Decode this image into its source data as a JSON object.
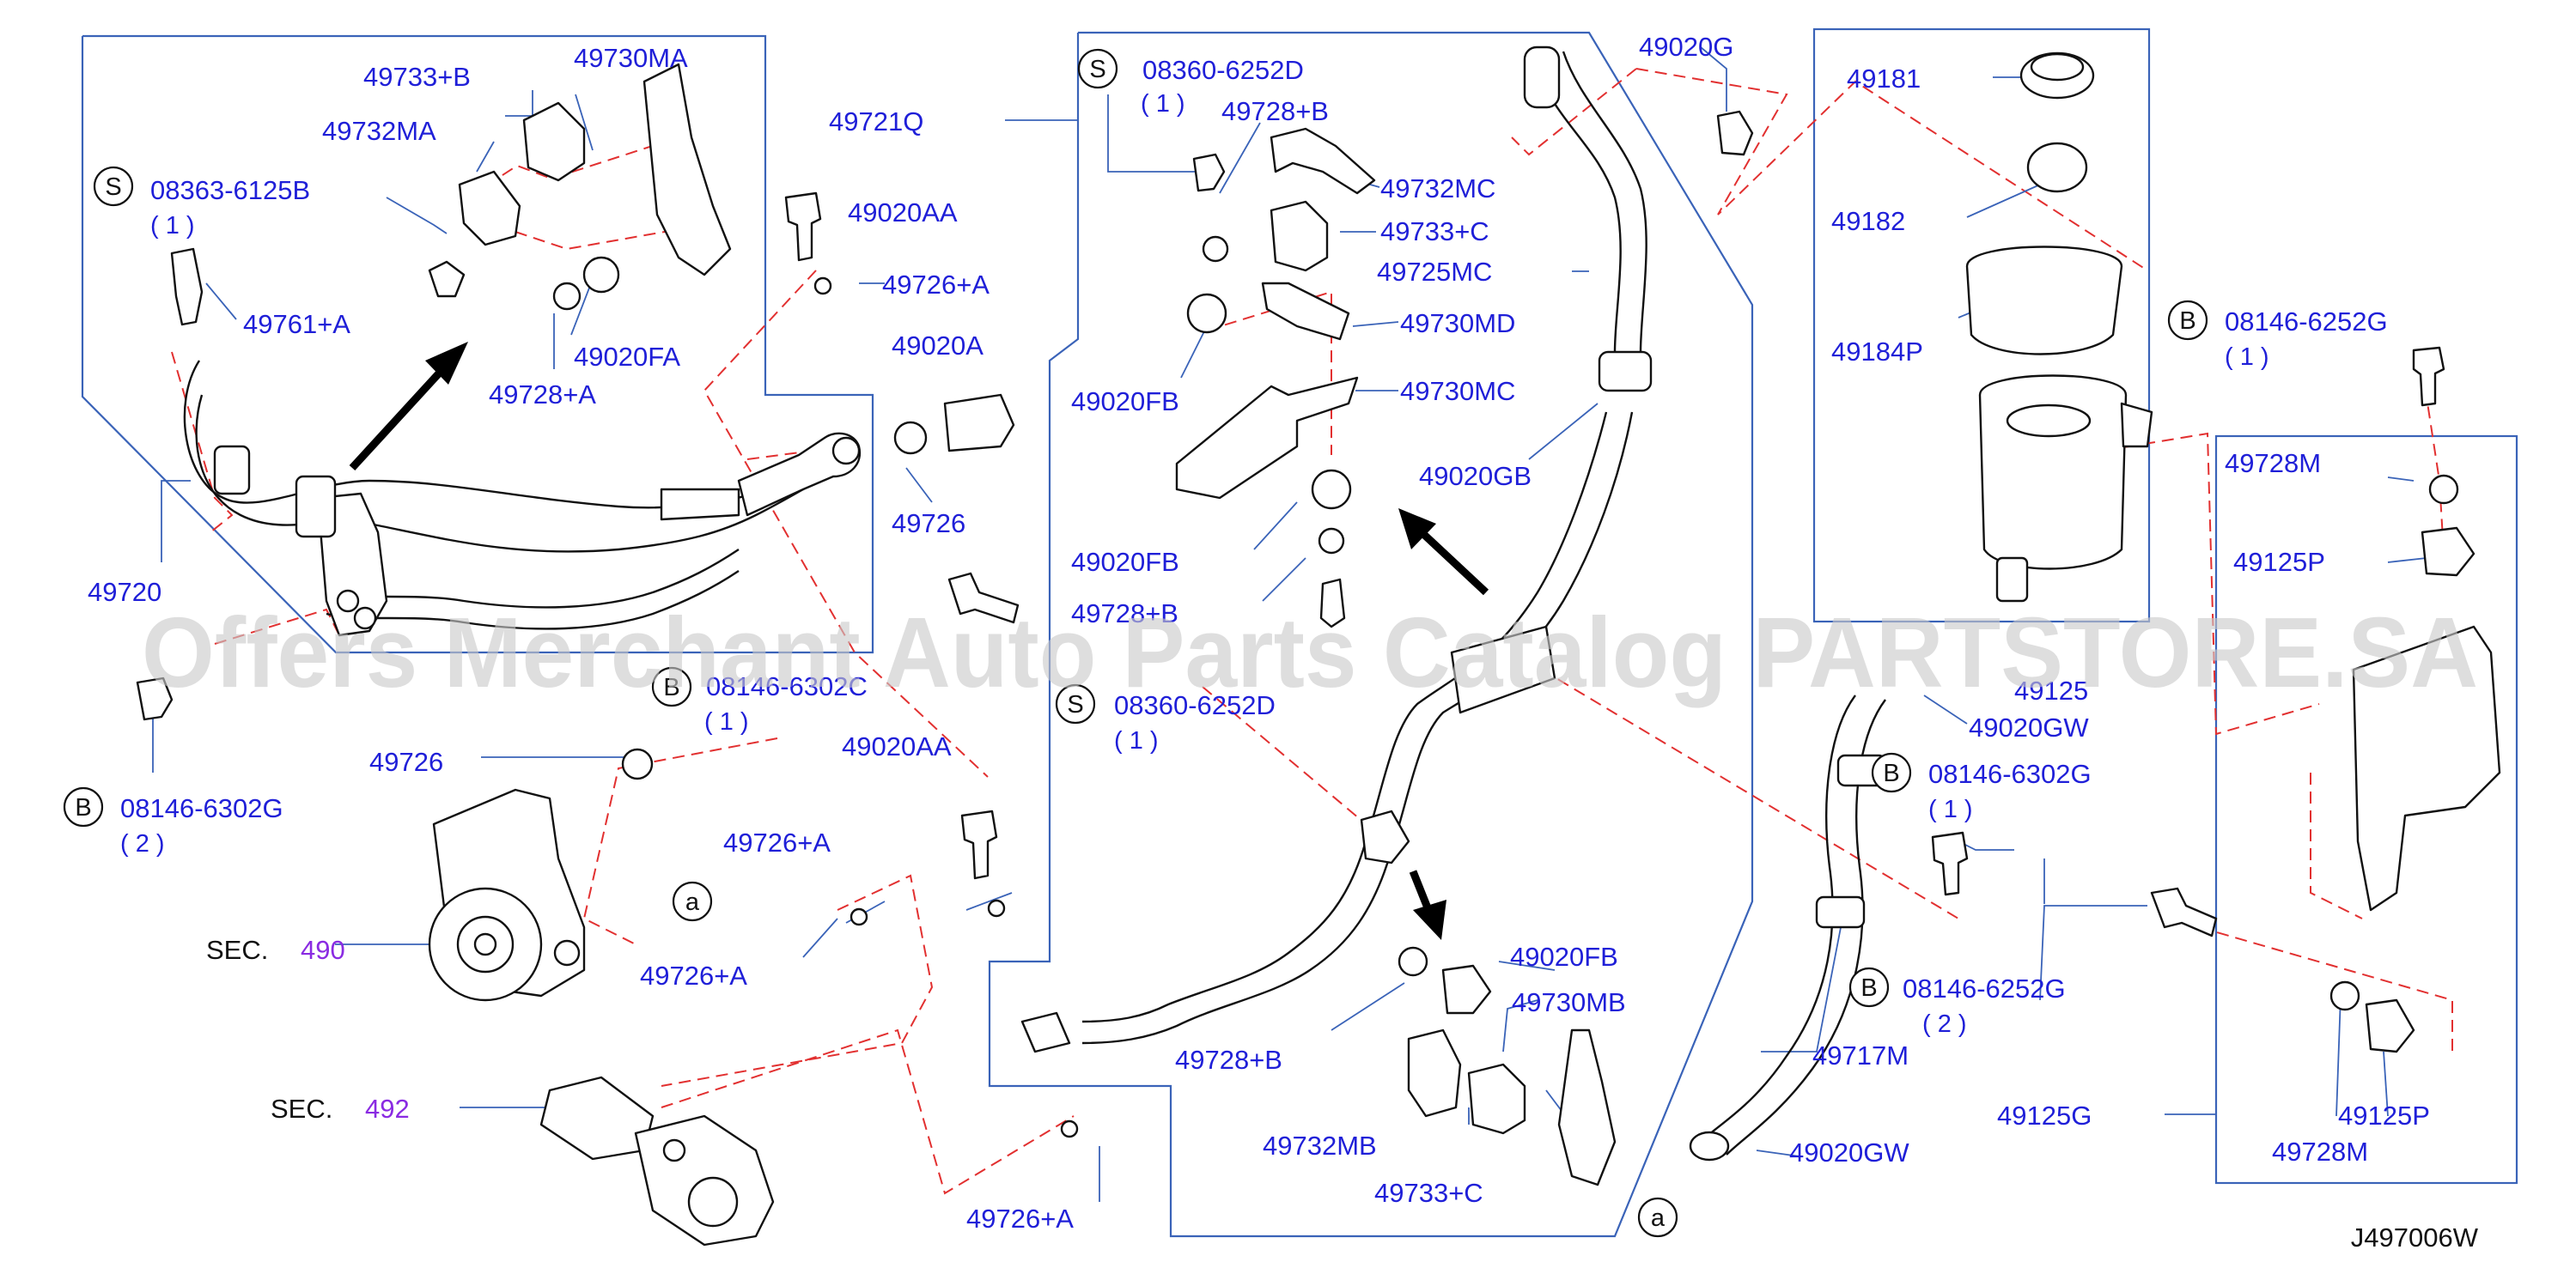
{
  "diagram_code": "J497006W",
  "watermark": "Offers Merchant Auto Parts Catalog PARTSTORE.SA",
  "colors": {
    "part_number": "#1f1fd8",
    "frame": "#3a63b8",
    "dashed": "#e23030",
    "section": "#8a2be2",
    "watermark": "#c9c9c9"
  },
  "labels": {
    "p49733B": "49733+B",
    "p49730MA": "49730MA",
    "p49732MA": "49732MA",
    "p08363": "08363-6125B",
    "q_one_a": "( 1 )",
    "p49761A": "49761+A",
    "p49020FA": "49020FA",
    "p49728A": "49728+A",
    "p49720": "49720",
    "p08146_6302C": "08146-6302C",
    "q_one_b": "( 1 )",
    "p49726_left": "49726",
    "p08146_6302G_left": "08146-6302G",
    "q_two_a": "( 2 )",
    "sec_label_1": "SEC.",
    "sec_num_1": "490",
    "sec_label_2": "SEC.",
    "sec_num_2": "492",
    "p49721Q": "49721Q",
    "p49020AA_top": "49020AA",
    "p49726A_top": "49726+A",
    "p49020A": "49020A",
    "p49726_mid": "49726",
    "p49020AA_mid": "49020AA",
    "p49726A_mid": "49726+A",
    "p49726A_low": "49726+A",
    "p49726A_bottom": "49726+A",
    "p08360_top": "08360-6252D",
    "q_one_c": "( 1 )",
    "p49728B_top": "49728+B",
    "p49732MC": "49732MC",
    "p49733C_top": "49733+C",
    "p49725MC": "49725MC",
    "p49730MD": "49730MD",
    "p49730MC": "49730MC",
    "p49020FB_a": "49020FB",
    "p49020FB_b": "49020FB",
    "p49728B_mid": "49728+B",
    "p49020GB": "49020GB",
    "p08360_mid": "08360-6252D",
    "q_one_d": "( 1 )",
    "p49020FB_c": "49020FB",
    "p49730MB": "49730MB",
    "p49728B_low": "49728+B",
    "p49732MB": "49732MB",
    "p49733C_low": "49733+C",
    "p49020G": "49020G",
    "p49181": "49181",
    "p49182": "49182",
    "p49184P": "49184P",
    "p49125": "49125",
    "p49020GW_top": "49020GW",
    "p08146_6302G_right": "08146-6302G",
    "q_one_e": "( 1 )",
    "p08146_6252G_low": "08146-6252G",
    "q_two_b": "( 2 )",
    "p49717M": "49717M",
    "p49020GW_low": "49020GW",
    "p08146_6252G_top": "08146-6252G",
    "q_one_f": "( 1 )",
    "p49728M_top": "49728M",
    "p49125P_top": "49125P",
    "p49125G": "49125G",
    "p49125P_low": "49125P",
    "p49728M_low": "49728M"
  },
  "callouts": {
    "s1": "S",
    "s2": "S",
    "s3": "S",
    "b1": "B",
    "b2": "B",
    "b3": "B",
    "b4": "B",
    "b5": "B",
    "a1": "a",
    "a2": "a"
  }
}
